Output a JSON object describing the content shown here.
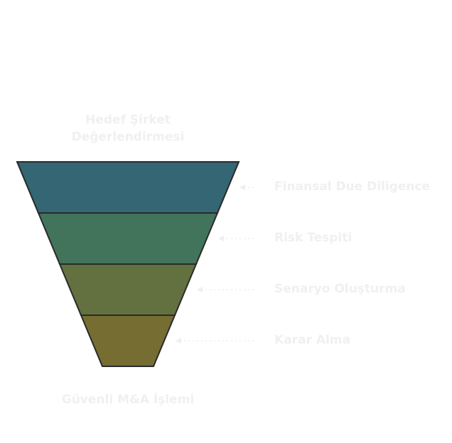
{
  "title": "Hedef Şirket Değerlendirmesi",
  "title_lines": [
    "Hedef Şirket",
    "Değerlendirmesi"
  ],
  "outcome": "Güvenli M&A İşlemi",
  "stages": [
    {
      "label": "Finansal Due Diligence",
      "color": "#346673"
    },
    {
      "label": "Risk Tespiti",
      "color": "#41745A"
    },
    {
      "label": "Senaryo Oluşturma",
      "color": "#62713F"
    },
    {
      "label": "Karar Alma",
      "color": "#766D33"
    }
  ],
  "text_color": "#f0f0f0",
  "arrow_color": "#eeeeee"
}
